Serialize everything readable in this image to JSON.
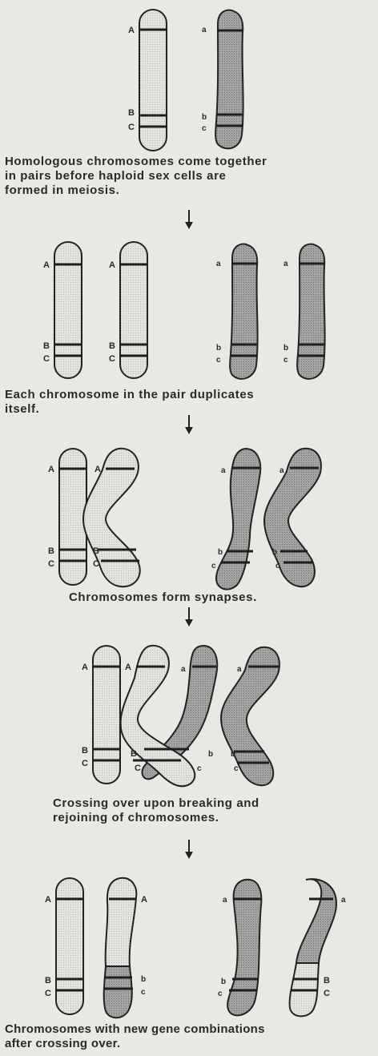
{
  "colors": {
    "background": "#e9e8e4",
    "light_chromosome": "#e1e0dc",
    "dark_chromosome": "#9c9c9a",
    "line": "#222222"
  },
  "gene_labels": {
    "A": "A",
    "B": "B",
    "C": "C",
    "a": "a",
    "b": "b",
    "c": "c"
  },
  "stages": [
    {
      "caption_lines": [
        "Homologous chromosomes come together",
        "in pairs before haploid sex cells are",
        "formed in meiosis."
      ]
    },
    {
      "caption_lines": [
        "Each chromosome in the pair duplicates",
        "itself."
      ]
    },
    {
      "caption_lines": [
        "Chromosomes form synapses."
      ]
    },
    {
      "caption_lines": [
        "Crossing over upon breaking and",
        "rejoining of chromosomes."
      ]
    },
    {
      "caption_lines": [
        "Chromosomes with new gene combinations",
        "after crossing over."
      ]
    }
  ]
}
